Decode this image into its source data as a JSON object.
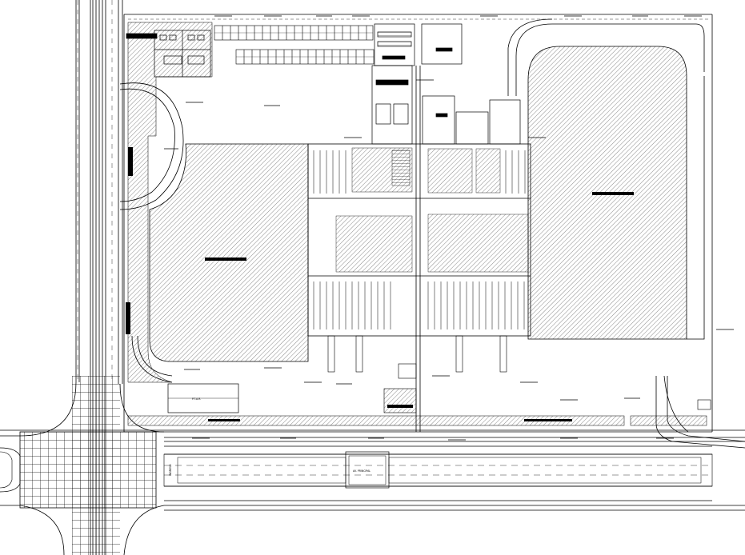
{
  "plan": {
    "labels": {
      "ptar": "P.T.A.R.",
      "road_left": "INGRESO",
      "road_center": "AV. PRINCIPAL"
    },
    "colors": {
      "line": "#000000",
      "hatch": "#555555",
      "background": "#ffffff",
      "paving_grid": "#000000"
    }
  }
}
